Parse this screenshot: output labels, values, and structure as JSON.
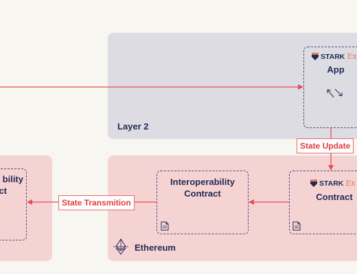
{
  "layer2": {
    "label": "Layer 2"
  },
  "app": {
    "brand_stark": "STARK",
    "brand_ex": "Ex",
    "label": "App"
  },
  "ethereum": {
    "label": "Ethereum"
  },
  "interop_contract": {
    "line1": "Interoperability",
    "line2": "Contract"
  },
  "stark_contract": {
    "brand_stark": "STARK",
    "brand_ex": "Ex",
    "label": "Contract"
  },
  "left_contract": {
    "line1": "bility",
    "line2": "ct"
  },
  "edges": {
    "state_update": "State Update",
    "state_transmition": "State Transmition"
  },
  "colors": {
    "arrow": "#e8504e",
    "navy": "#1f2a55",
    "layer2_bg": "#dddce3",
    "eth_bg": "#f6d3d3",
    "page_bg": "#f7f6f1",
    "brand_orange": "#e07a5f"
  },
  "icons": [
    "stark-shield-icon",
    "swap-arrows-icon",
    "document-icon",
    "ethereum-icon"
  ]
}
